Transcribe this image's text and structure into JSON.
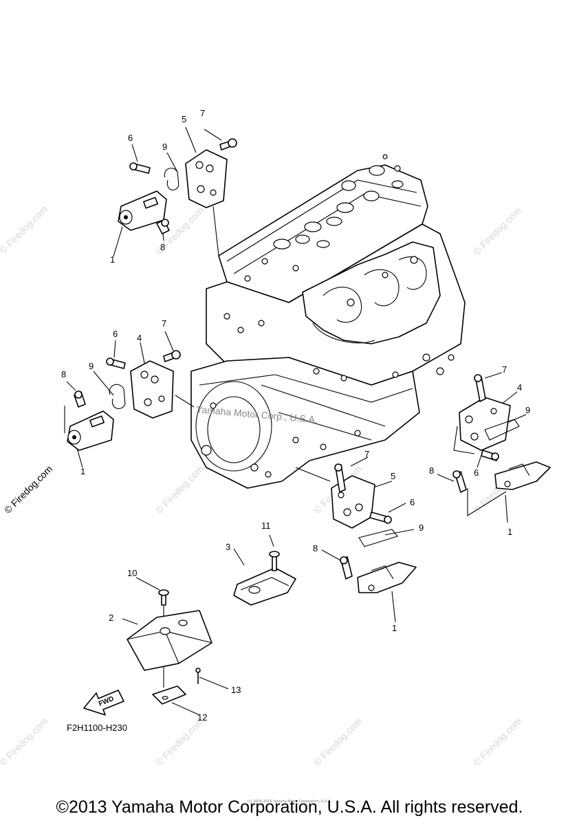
{
  "callouts": {
    "c1": "7",
    "c2": "5",
    "c3": "6",
    "c4": "9",
    "c5": "1",
    "c6": "8",
    "c7": "7",
    "c8": "6",
    "c9": "4",
    "c10": "8",
    "c11": "9",
    "c12": "1",
    "c13": "7",
    "c14": "4",
    "c15": "9",
    "c16": "8",
    "c17": "6",
    "c18": "1",
    "c19": "7",
    "c20": "5",
    "c21": "6",
    "c22": "9",
    "c23": "8",
    "c24": "1",
    "c25": "11",
    "c26": "3",
    "c27": "10",
    "c28": "2",
    "c29": "13",
    "c30": "12"
  },
  "fwd_label": "FWD",
  "diagram_code": "F2H1100-H230",
  "engine_watermark": "Yamaha Motor Corp., U.S.A.",
  "watermark_text": "© Firedog.com",
  "small_copyright": "(c) 2000-2016 Yamaha Motor Corporation, U.S.A.",
  "copyright": "©2013 Yamaha Motor Corporation, U.S.A. All rights reserved."
}
